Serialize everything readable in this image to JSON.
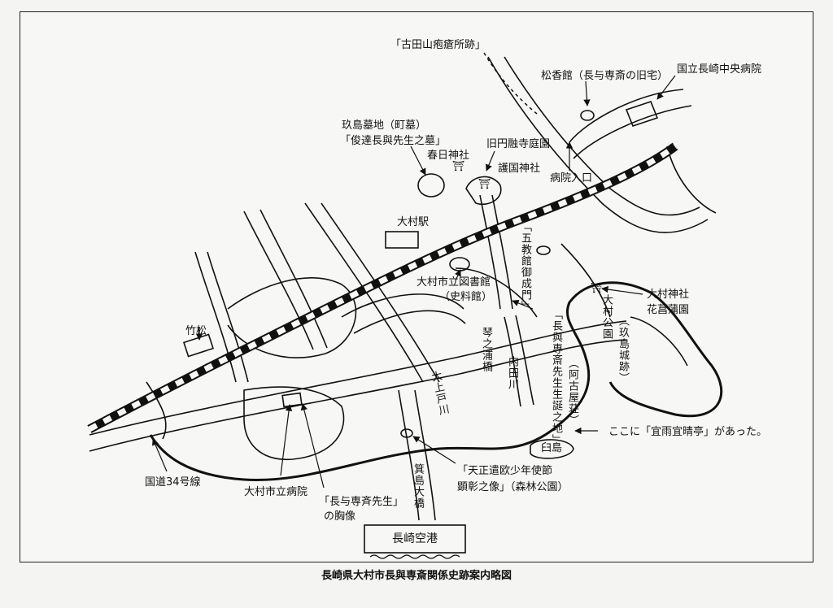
{
  "caption": "長崎県大村市長與専斎関係史跡案内略図",
  "labels": {
    "furutayama": "「古田山疱瘡所跡」",
    "shokokan": "松香館（長与専斎の旧宅）",
    "hospital_central": "国立長崎中央病院",
    "kyujima_1": "玖島墓地（町墓）",
    "kyujima_2": "「俊達長與先生之墓」",
    "kasuga": "春日神社",
    "kyuen": "旧円融寺庭園",
    "gokoku": "護国神社",
    "hospital_entrance": "病院入口",
    "station": "大村駅",
    "gokyokan": "「五教館御成門」",
    "library_1": "大村市立図書館",
    "library_2": "（史料館）",
    "birthplace": "「長與専斎先生生誕之地」",
    "akoyaso": "（阿古屋荘）",
    "omura_shrine_1": "大村神社",
    "omura_shrine_2": "花菖蒲園",
    "omura_park": "大村公園",
    "kyujima_castle": "（玖島城跡）",
    "kotonoura": "琴之浦橋",
    "uchidagawa": "内田川",
    "takematsu": "竹松",
    "ogamigawa": "大上戸川",
    "giuseitei": "ここに「宜雨宜晴亭」があった。",
    "usujima": "臼島",
    "tensho_1": "「天正遣欧少年使節",
    "tensho_2": "顕彰之像」（森林公園）",
    "route34": "国道34号線",
    "city_hospital": "大村市立病院",
    "bust_1": "「長与専斉先生」",
    "bust_2": "の胸像",
    "minoshima": "箕島大橋",
    "airport": "長崎空港"
  },
  "icons": {
    "shrine": "torii-icon",
    "marker": "pointer-arrow-icon",
    "railway": "railway-track"
  }
}
